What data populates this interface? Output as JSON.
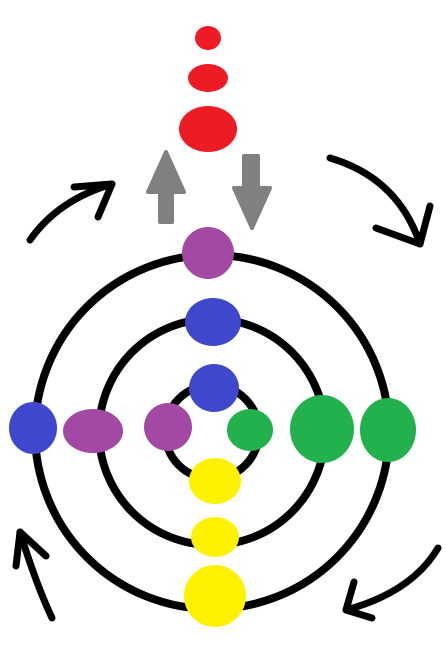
{
  "colors": {
    "red": "#ed1c24",
    "blue": "#3f48cc",
    "purple": "#a349a4",
    "green": "#22b14c",
    "yellow": "#fff200",
    "gray": "#808080",
    "black": "#000000",
    "background": "#ffffff"
  },
  "icons": [
    "arrow-up-icon",
    "arrow-down-icon",
    "curved-arrow-icon"
  ],
  "blobs": [
    {
      "name": "red-dot-small",
      "color": "red"
    },
    {
      "name": "red-dot-medium",
      "color": "red"
    },
    {
      "name": "red-dot-large",
      "color": "red"
    },
    {
      "name": "purple-dot-top",
      "color": "purple"
    },
    {
      "name": "blue-dot-middle-ring",
      "color": "blue"
    },
    {
      "name": "blue-dot-inner-ring",
      "color": "blue"
    },
    {
      "name": "blue-dot-left-outer",
      "color": "blue"
    },
    {
      "name": "purple-dot-left-middle",
      "color": "purple"
    },
    {
      "name": "purple-dot-left-inner",
      "color": "purple"
    },
    {
      "name": "green-dot-inner",
      "color": "green"
    },
    {
      "name": "green-dot-middle",
      "color": "green"
    },
    {
      "name": "green-dot-outer",
      "color": "green"
    },
    {
      "name": "yellow-dot-inner",
      "color": "yellow"
    },
    {
      "name": "yellow-dot-middle",
      "color": "yellow"
    },
    {
      "name": "yellow-dot-bottom",
      "color": "yellow"
    }
  ]
}
